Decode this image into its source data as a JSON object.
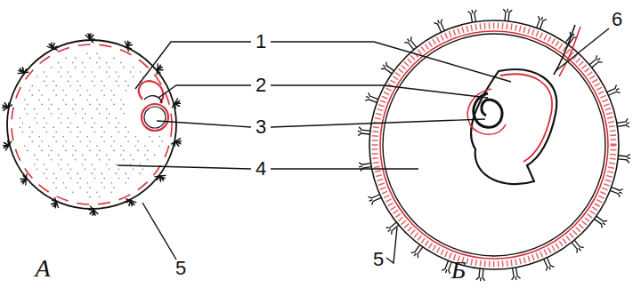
{
  "diagram": {
    "labels": [
      "1",
      "2",
      "3",
      "4",
      "5",
      "6",
      "5",
      "А",
      "Б"
    ]
  }
}
